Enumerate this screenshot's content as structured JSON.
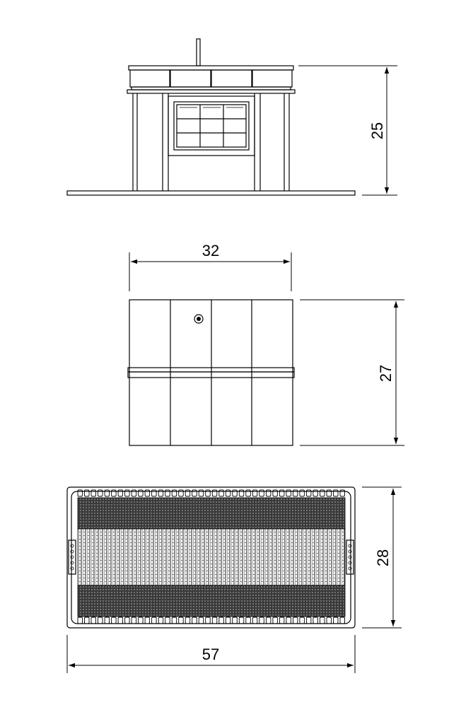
{
  "drawing": {
    "views": [
      {
        "name": "front",
        "dimension": "25"
      },
      {
        "name": "top",
        "dimensions": [
          "32",
          "27"
        ]
      },
      {
        "name": "base",
        "dimensions": [
          "28",
          "57"
        ]
      }
    ]
  },
  "colors": {
    "line": "#000000",
    "background": "#ffffff",
    "fill_dark": "#2a2a2a"
  }
}
